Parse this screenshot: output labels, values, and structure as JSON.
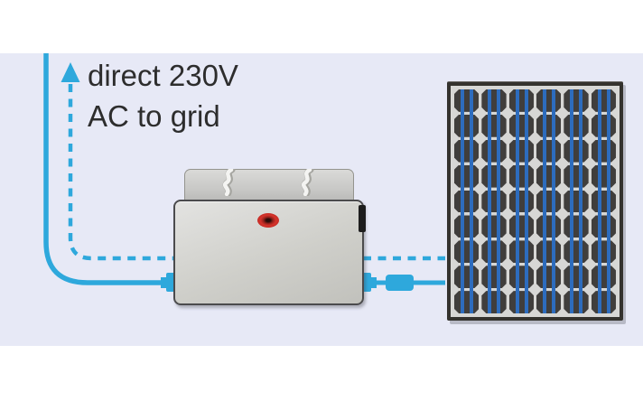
{
  "colors": {
    "bg_lavender": "#e7e9f6",
    "cable_blue": "#2ea8dc",
    "cell_dark": "#403e3c",
    "stripe_blue": "#2d6cbd",
    "led_red": "#d5332b"
  },
  "diagram": {
    "grid_label": {
      "line1": "direct 230V",
      "line2": "AC to grid"
    },
    "solar_panel": {
      "rows": 9,
      "columns": 6
    }
  }
}
